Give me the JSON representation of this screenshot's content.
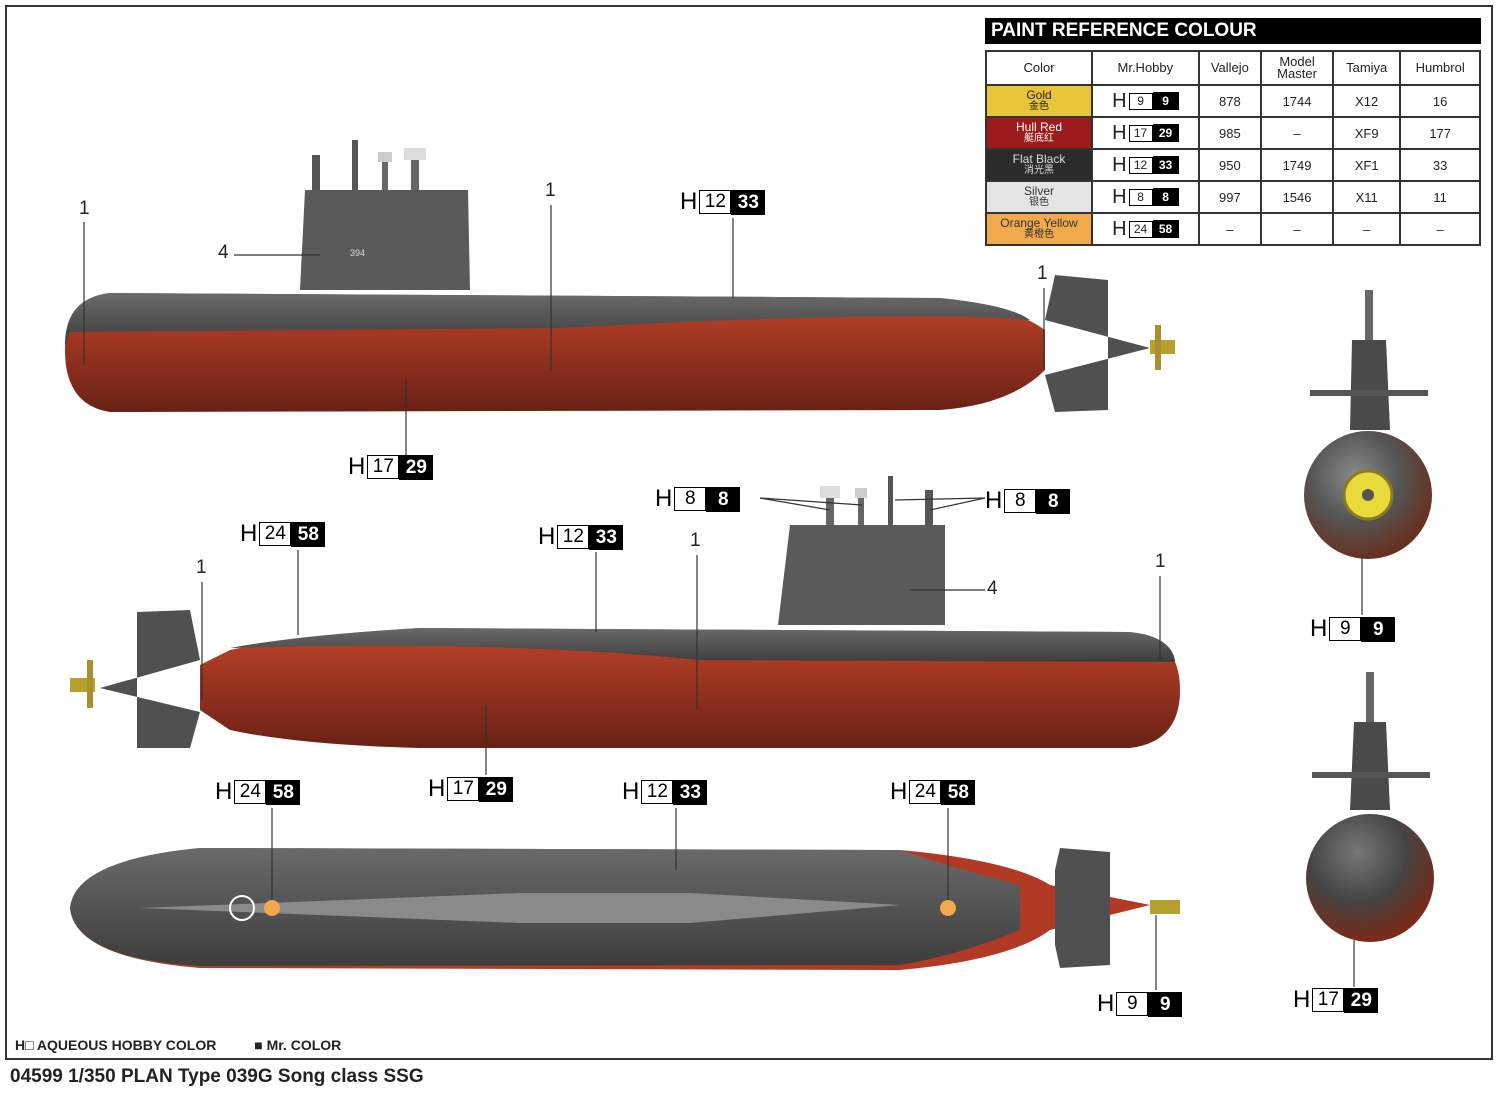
{
  "paint_table": {
    "title": "PAINT  REFERENCE COLOUR",
    "headers": [
      "Color",
      "Mr.Hobby",
      "Vallejo",
      "Model Master",
      "Tamiya",
      "Humbrol"
    ],
    "rows": [
      {
        "name": "Gold",
        "cn": "金色",
        "swatch": "#e7c536",
        "text": "#222",
        "white": "9",
        "black": "9",
        "vallejo": "878",
        "mm": "1744",
        "tamiya": "X12",
        "humbrol": "16"
      },
      {
        "name": "Hull Red",
        "cn": "艇底红",
        "swatch": "#9c1c1c",
        "text": "#fff",
        "white": "17",
        "black": "29",
        "vallejo": "985",
        "mm": "–",
        "tamiya": "XF9",
        "humbrol": "177"
      },
      {
        "name": "Flat Black",
        "cn": "消光黑",
        "swatch": "#2b2b2b",
        "text": "#ddd",
        "white": "12",
        "black": "33",
        "vallejo": "950",
        "mm": "1749",
        "tamiya": "XF1",
        "humbrol": "33"
      },
      {
        "name": "Silver",
        "cn": "银色",
        "swatch": "#e4e4e4",
        "text": "#333",
        "white": "8",
        "black": "8",
        "vallejo": "997",
        "mm": "1546",
        "tamiya": "X11",
        "humbrol": "11"
      },
      {
        "name": "Orange Yellow",
        "cn": "黄橙色",
        "swatch": "#f0aa4c",
        "text": "#333",
        "white": "24",
        "black": "58",
        "vallejo": "–",
        "mm": "–",
        "tamiya": "–",
        "humbrol": "–"
      }
    ]
  },
  "h_letter": "H",
  "callouts": [
    {
      "w": "12",
      "b": "33"
    },
    {
      "w": "17",
      "b": "29"
    },
    {
      "w": "8",
      "b": "8"
    },
    {
      "w": "8",
      "b": "8"
    },
    {
      "w": "24",
      "b": "58"
    },
    {
      "w": "12",
      "b": "33"
    },
    {
      "w": "17",
      "b": "29"
    },
    {
      "w": "24",
      "b": "58"
    },
    {
      "w": "12",
      "b": "33"
    },
    {
      "w": "24",
      "b": "58"
    },
    {
      "w": "9",
      "b": "9"
    },
    {
      "w": "9",
      "b": "9"
    },
    {
      "w": "17",
      "b": "29"
    }
  ],
  "marker_numbers": [
    "1",
    "1",
    "1",
    "4",
    "1",
    "1",
    "1",
    "4"
  ],
  "hull_number": "394",
  "legend": {
    "aqueous": "H□ AQUEOUS HOBBY COLOR",
    "mr_color": "■  Mr. COLOR"
  },
  "footer_title": "04599 1/350 PLAN Type 039G Song class SSG"
}
